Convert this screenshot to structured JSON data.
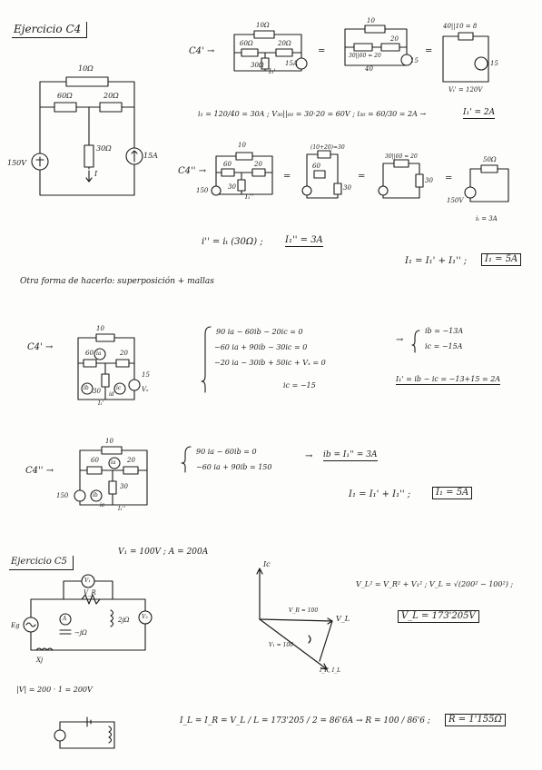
{
  "colors": {
    "ink": "#1c1c1c",
    "paper": "#fdfdfb"
  },
  "c4": {
    "title": "Ejercicio C4",
    "main": {
      "r_top": "10Ω",
      "r_left": "60Ω",
      "r_right": "20Ω",
      "r_mid": "30Ω",
      "v_src": "150V",
      "i_src": "15A",
      "current": "I"
    },
    "p1": {
      "label": "C4' →",
      "d1": {
        "r10": "10Ω",
        "r60": "60Ω",
        "r20": "20Ω",
        "r30": "30Ω",
        "src": "15A",
        "cur": "I₁'"
      },
      "d2": {
        "r10": "10",
        "r30_60": "30||60 = 20",
        "r20": "20",
        "tot": "40",
        "src": "15"
      },
      "d3": {
        "top": "40||10 = 8",
        "src": "15",
        "v": "Vₜ' = 120V"
      },
      "eq": "i₁ = 120/40 = 30A ;  V₃₀||₆₀ = 30·20 = 60V ;  i₃₀ = 60/30 = 2A  →",
      "res": "I₁' = 2A"
    },
    "p2": {
      "label": "C4'' →",
      "d1": {
        "r10": "10",
        "r60": "60",
        "r20": "20",
        "r30": "30",
        "src": "150",
        "cur": "I₁''"
      },
      "d2": {
        "top": "(10+20)=30",
        "r60": "60",
        "r30": "30"
      },
      "d3": {
        "top": "30||60 = 20",
        "r30": "30"
      },
      "d4": {
        "top": "50Ω",
        "src": "150V",
        "cur": "iₜ = 3A"
      },
      "eq": "i'' = iₜ (30Ω) ;",
      "res": "I₁'' = 3A",
      "sum": "I₁ = I₁' + I₁'' ;",
      "sum_box": "I₁ = 5A"
    },
    "method": "Otra forma de hacerlo: superposición + mallas",
    "m1": {
      "label": "C4' →",
      "c": {
        "r10": "10",
        "r60": "60",
        "r20": "20",
        "r30": "30",
        "ia": "ia",
        "ib": "ib",
        "ic": "ic",
        "id": "id",
        "src": "15",
        "vx": "Vₓ",
        "cur": "I₁'"
      },
      "sys": [
        "90 ia − 60ib − 20ic = 0",
        "−60 ia + 90ib − 30ic = 0",
        "−20 ia − 30ib + 50ic + Vₓ = 0",
        "ic = −15"
      ],
      "sol": [
        "ib = −13A",
        "ic = −15A"
      ],
      "res": "I₁' = ib − ic = −13+15 = 2A"
    },
    "m2": {
      "label": "C4'' →",
      "c": {
        "r10": "10",
        "r60": "60",
        "r20": "20",
        "r30": "30",
        "ia": "ia",
        "ib": "ib",
        "ic": "ic",
        "src": "150",
        "cur": "I₁''"
      },
      "sys": [
        "90 ia − 60ib = 0",
        "−60 ia + 90ib = 150"
      ],
      "arrow": "→",
      "sol": "ib = I₁'' = 3A",
      "sum": "I₁ = I₁' + I₁'' ;",
      "sum_box": "I₁ = 5A"
    }
  },
  "c5": {
    "title": "Ejercicio C5",
    "given": "V₁ = 100V  ;  A = 200A",
    "circuit": {
      "vr": "V_R",
      "va": "A",
      "vm1": "V₁",
      "vm2": "V₂",
      "cap": "−jΩ",
      "ind": "2jΩ",
      "src": "Eg",
      "xj": "Xj"
    },
    "phasor": {
      "ic": "Ic",
      "vl": "V_L",
      "v1": "V₁ = 100",
      "v2": "V_R = 100",
      "il": "I_R, I_L"
    },
    "eq1": "V_L² = V_R² + V₁² ;  V_L = √(200² − 100²) ;",
    "res1": "V_L = 173'205V",
    "mag": "|V| = 200 · 1 = 200V",
    "eq2": "I_L = I_R = V_L / L = 173'205 / 2 = 86'6A  →   R = 100 / 86'6 ;",
    "res2": "R = 1'155Ω"
  }
}
